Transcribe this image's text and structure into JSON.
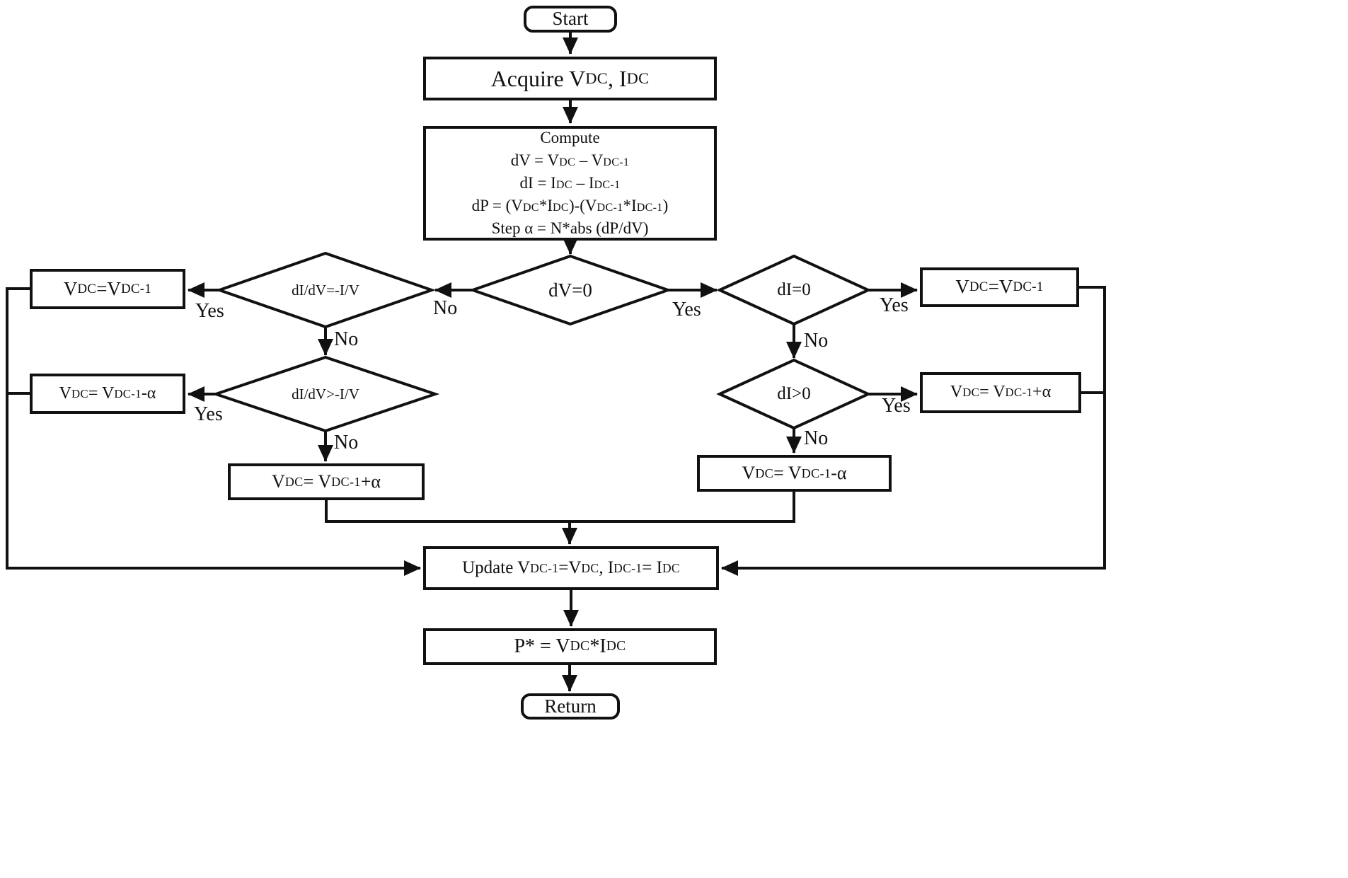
{
  "diagram": {
    "ink_color": "#111111",
    "background_color": "#ffffff"
  },
  "nodes": {
    "start": "Start",
    "acquire": "Acquire V~DC~, I~DC~",
    "compute": {
      "l0": "Compute",
      "l1": "dV = V~DC~ – V~DC-1~",
      "l2": "dI = I~DC~ – I~DC-1~",
      "l3": "dP = (V~DC~*I~DC~)-(V~DC-1~*I~DC-1~)",
      "l4": "Step α = N*abs (dP/dV)"
    },
    "dv_zero": "dV=0",
    "didv_eq": "dI/dV=-I/V",
    "di_zero": "dI=0",
    "didv_gt": "dI/dV>-I/V",
    "di_gt": "dI>0",
    "left_hold": "V~DC~ =V~DC-1~",
    "right_hold": "V~DC~ =V~DC-1~",
    "left_dec": "V~DC~ = V~DC-1~-α",
    "right_inc": "V~DC~ = V~DC-1~+α",
    "bottom_left_inc": "V~DC~ = V~DC-1~+α",
    "bottom_right_dec": "V~DC~ = V~DC-1~-α",
    "update": "Update V~DC-1~ =V~DC~, I~DC-1~ = I~DC~",
    "power": "P* = V~DC~*I~DC~",
    "return": "Return"
  },
  "labels": {
    "yes": "Yes",
    "no": "No"
  }
}
